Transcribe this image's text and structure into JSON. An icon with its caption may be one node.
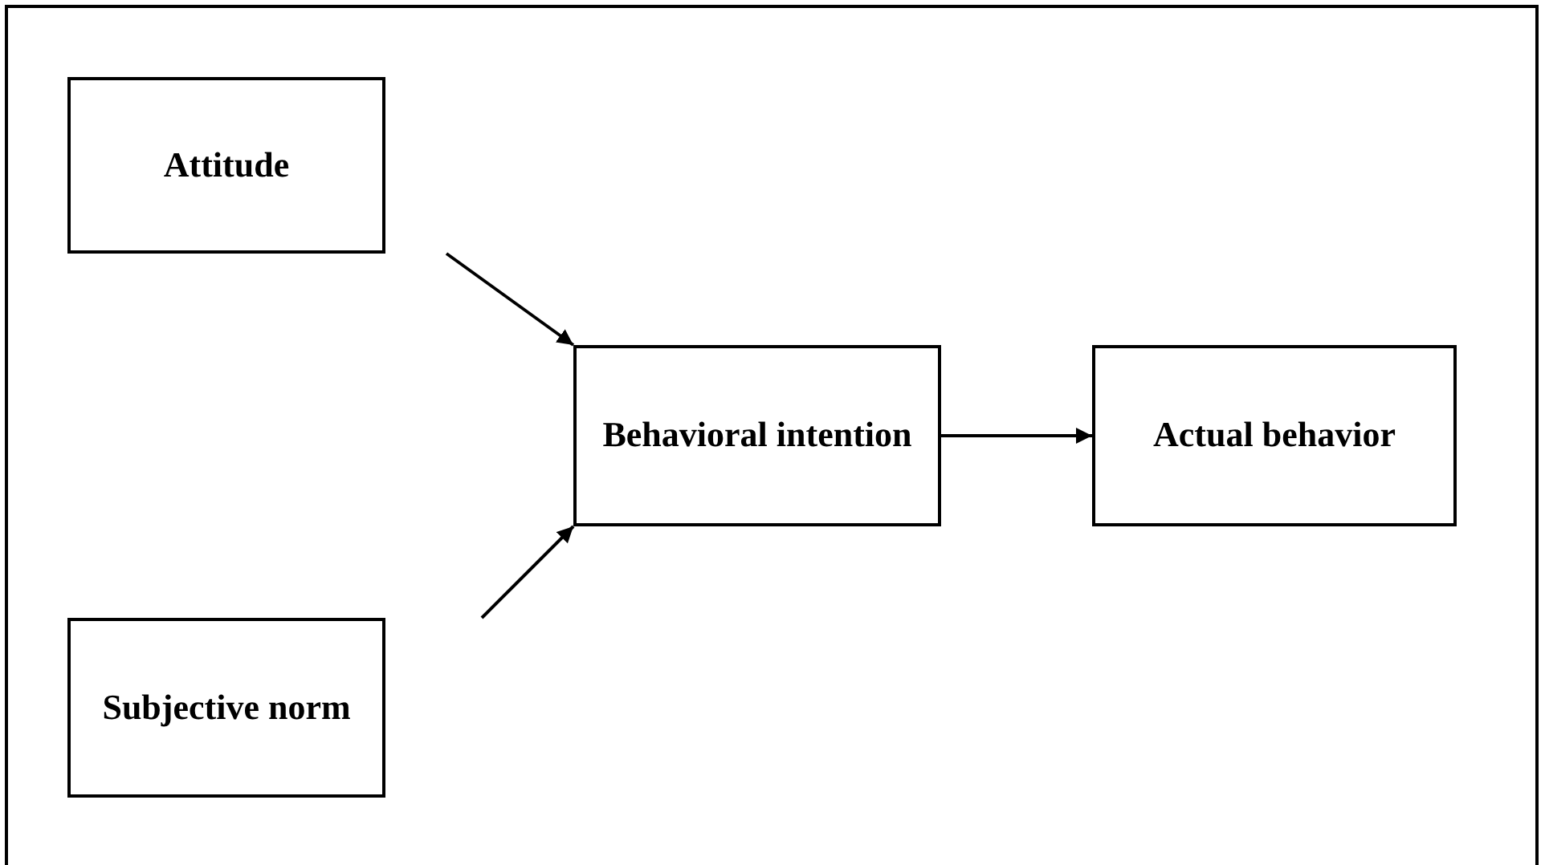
{
  "diagram": {
    "nodes": [
      {
        "text": [
          "Attitude"
        ]
      },
      {
        "text": [
          "Behavioral intention"
        ]
      },
      {
        "text": [
          "Actual behavior"
        ]
      },
      {
        "text": [
          "Subjective norm"
        ]
      }
    ],
    "edges": [
      {
        "from": 0,
        "to": 1,
        "arrow": "to"
      },
      {
        "from": 3,
        "to": 1,
        "arrow": "to"
      },
      {
        "from": 1,
        "to": 2,
        "arrow": "to"
      }
    ]
  }
}
